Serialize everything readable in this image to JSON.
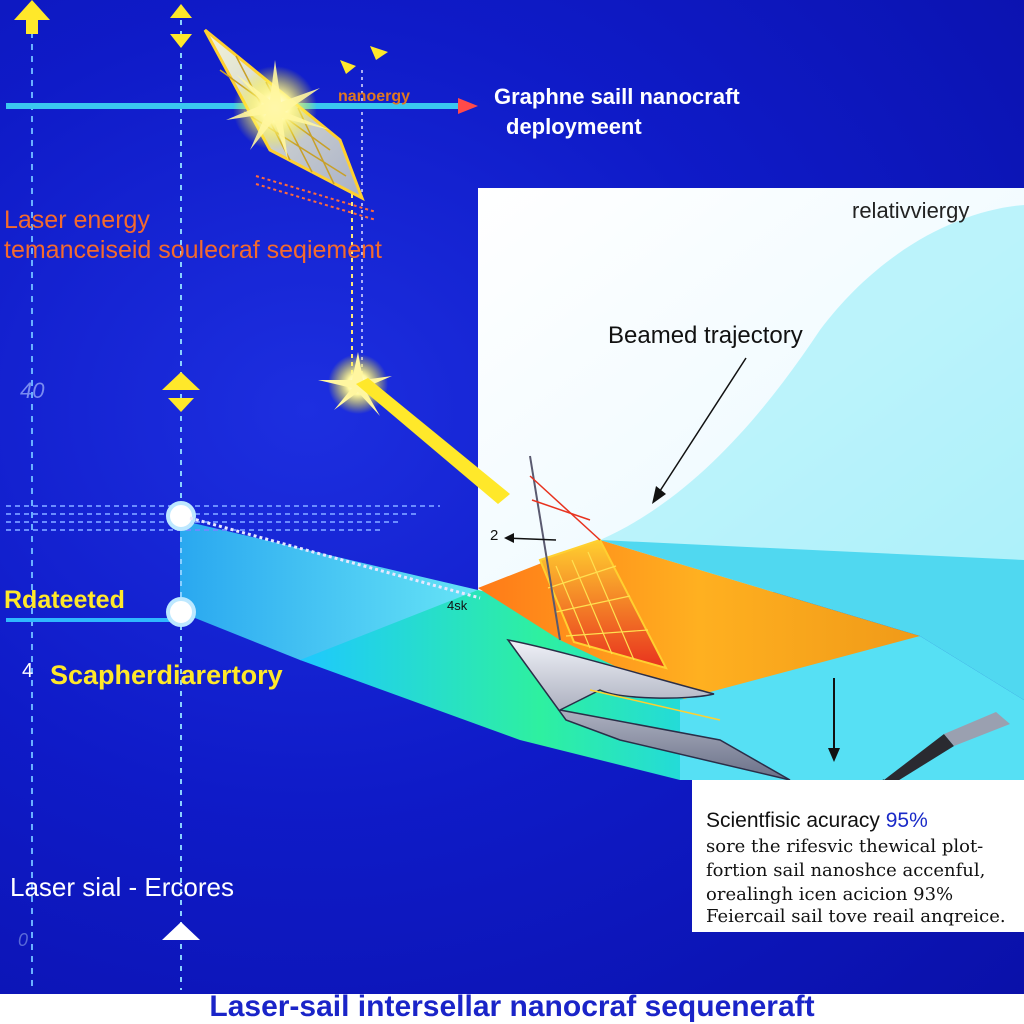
{
  "labels": {
    "top_title_line1": "Graphne saill nanocraft",
    "top_title_line2": "deploymeent",
    "nanoergy": "nanoergy",
    "laser_line1": "Laser energy",
    "laser_line2": "temanceiseid soulecraf seqiement",
    "relativity": "relativviergy",
    "beamed_trajectory": "Beamed trajectory",
    "tick_40": "40",
    "rated": "Rdateeted",
    "tick_4": "4",
    "scapher": "Scapherdiarertory",
    "marker_2": "2",
    "marker_4sk": "4sk",
    "errors": "Laser sial - Ercores",
    "tick_0": "0",
    "bottom_title": "Laser-sail intersellar nanocraf sequeneraft"
  },
  "info_box": {
    "line1_text": "Scientfisic acuracy",
    "line1_pct": "95%",
    "line2": "sore the rifesvic thewical plot-",
    "line3": "fortion sail nanoshce accenful,",
    "line4_text": "orealingh icen acicion",
    "line4_pct": "93%",
    "line5": "Feiercail sail tove reail anqreice."
  },
  "colors": {
    "background": "#0f1bc8",
    "laser_label": "#f46a2c",
    "highlight_yellow": "#ffe82a",
    "beam_cyan": "#46d8f0",
    "sail_red": "#e8321e",
    "info_accent": "#1a2ac8"
  },
  "icons": [
    "up-arrow-icon",
    "double-arrow-icon",
    "flare-icon",
    "pen-icon",
    "node-icon"
  ]
}
